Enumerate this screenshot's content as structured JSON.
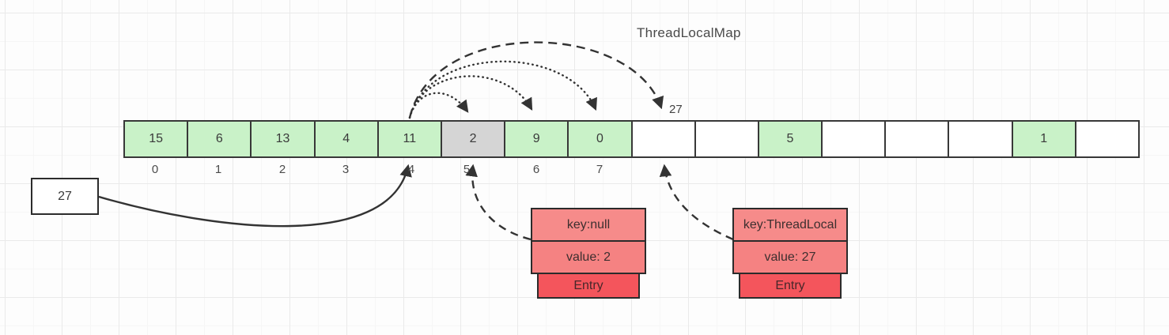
{
  "title": "ThreadLocalMap",
  "array": {
    "cells": [
      {
        "value": "15"
      },
      {
        "value": "6"
      },
      {
        "value": "13"
      },
      {
        "value": "4"
      },
      {
        "value": "11"
      },
      {
        "value": "2"
      },
      {
        "value": "9"
      },
      {
        "value": "0"
      },
      {
        "value": ""
      },
      {
        "value": ""
      },
      {
        "value": "5"
      },
      {
        "value": ""
      },
      {
        "value": ""
      },
      {
        "value": ""
      },
      {
        "value": "1"
      },
      {
        "value": ""
      }
    ],
    "index_labels": [
      "0",
      "1",
      "2",
      "3",
      "4",
      "5",
      "6",
      "7"
    ],
    "probe_result_label": "27"
  },
  "value_box": {
    "label": "27"
  },
  "entries": [
    {
      "key": "key:null",
      "value": "value: 2",
      "tab": "Entry"
    },
    {
      "key": "key:ThreadLocal",
      "value": "value: 27",
      "tab": "Entry"
    }
  ],
  "colors": {
    "cell_green": "#c9f2c8",
    "cell_gray": "#d5d5d5",
    "cell_white": "#ffffff",
    "entry_row_salmon": "#f58282",
    "entry_tab_red": "#f4555c",
    "line_stroke": "#333333",
    "border_dark": "#383838"
  }
}
